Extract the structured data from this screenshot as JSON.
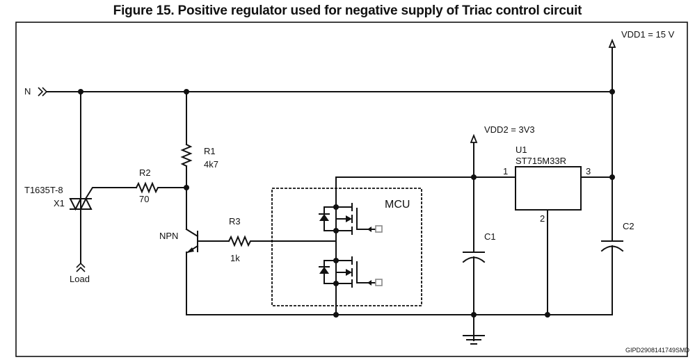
{
  "figure": {
    "title": "Figure 15. Positive regulator used for negative supply of Triac control circuit",
    "doc_id": "GIPD2908141749SMD"
  },
  "nets": {
    "neutral": "N",
    "load": "Load",
    "vdd1": "VDD1 = 15 V",
    "vdd2": "VDD2 = 3V3"
  },
  "components": {
    "triac": {
      "ref": "X1",
      "part": "T1635T-8"
    },
    "r1": {
      "ref": "R1",
      "value": "4k7"
    },
    "r2": {
      "ref": "R2",
      "value": "70"
    },
    "r3": {
      "ref": "R3",
      "value": "1k"
    },
    "npn": {
      "ref": "NPN"
    },
    "mcu": {
      "label": "MCU"
    },
    "u1": {
      "ref": "U1",
      "part": "ST715M33R",
      "pin1": "1",
      "pin2": "2",
      "pin3": "3"
    },
    "c1": {
      "ref": "C1"
    },
    "c2": {
      "ref": "C2"
    }
  }
}
